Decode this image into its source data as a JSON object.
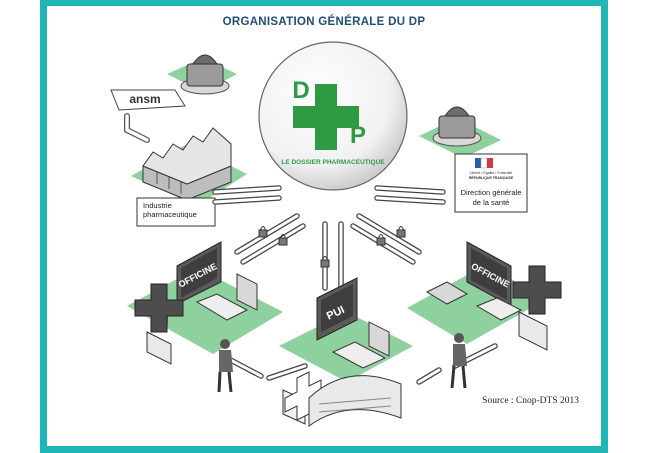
{
  "diagram": {
    "title": "ORGANISATION GÉNÉRALE DU DP",
    "center": {
      "letter_d": "D",
      "letter_p": "P",
      "caption": "LE DOSSIER PHARMACEUTIQUE"
    },
    "ansm_logo": "ansm",
    "industrie_label": "Industrie pharmaceutique",
    "republique_motto": "Liberté • Égalité • Fraternité",
    "republique_name": "RÉPUBLIQUE FRANÇAISE",
    "dgs_label": "Direction générale de la santé",
    "officine_left": "OFFICINE",
    "officine_right": "OFFICINE",
    "pui": "PUI",
    "source": "Source : Cnop-DTS 2013"
  },
  "colors": {
    "frame": "#1fb7b5",
    "title": "#1f4e79",
    "green": "#2e9a44",
    "light_green": "#8fd19e",
    "dark_gray": "#4a4a4a",
    "screen_text": "#ffffff"
  },
  "icons": [
    "siren-icon",
    "factory-icon",
    "cross-icon",
    "computer-icon",
    "person-icon",
    "hospital-icon",
    "lock-icon",
    "arrow-icon"
  ]
}
